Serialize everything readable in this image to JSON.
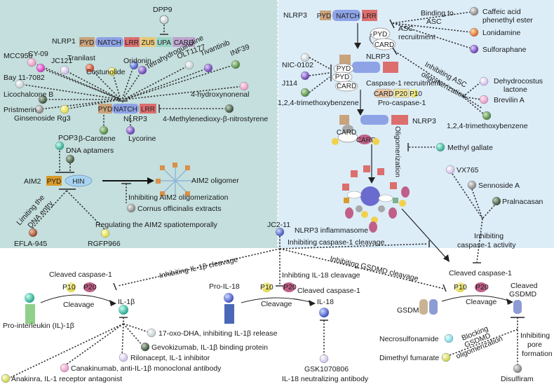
{
  "colors": {
    "left_panel": "#c4dfde",
    "right_panel": "#dcedf8",
    "pyd": "#c9a37c",
    "natch": "#8da3e6",
    "lrr": "#dd6e6e",
    "card": "#bfa4cf",
    "zu5": "#e9c979",
    "upa": "#9bd4c6",
    "hin": "#a7d3f2"
  },
  "nlrp1_section": {
    "top_compound": "DPP9",
    "protein_label": "NLRP1",
    "domains": [
      "PYD",
      "NATCH",
      "LRR",
      "ZU5",
      "UPA",
      "CARD"
    ],
    "compounds": [
      "MCC950",
      "CY-09",
      "JC121",
      "Tranilast",
      "Costunolide",
      "Oridonin",
      "Tetrahydroquinoline",
      "OLT1177",
      "Tivantinib",
      "INF39",
      "Bay 11-7082",
      "Licochalcone B",
      "4-hydroxynonenal",
      "Pristmerin",
      "Ginsenoside Rg3",
      "4-Methylenedioxy-β-nitrostyrene",
      "β-Carotene",
      "Lycorine"
    ],
    "nlrp3_label": "NLRP3",
    "nlrp3_domains": [
      "PYD",
      "NATCH",
      "LRR"
    ]
  },
  "aim2_section": {
    "protein_label": "AIM2",
    "domains": [
      "PYD",
      "HIN"
    ],
    "pop3": "POP3",
    "dna_aptamers": "DNA aptamers",
    "oligomer_label": "AIM2 oligomer",
    "inhibit_oligomer": "Inhibiting AIM2 oligomerization",
    "cornus": "Cornus officinalis extracts",
    "limiting_entry": [
      "Limiting the",
      "DNA entry"
    ],
    "regulating": "Regulating the AIM2 spatiotemporally",
    "efla": "EFLA-945",
    "rgfp": "RGFP966"
  },
  "nlrp3_section": {
    "protein_label": "NLRP3",
    "domains": [
      "PYD",
      "NATCH",
      "LRR"
    ],
    "asc_pyd": "PYD",
    "asc_card": "CARD",
    "asc_recruitment": [
      "ASC",
      "recruitment"
    ],
    "binding_asc": [
      "Binding to",
      "ASC"
    ],
    "right_compounds": [
      "Caffeic acid",
      "phenethyl ester",
      "Lonidamine",
      "Sulforaphane"
    ],
    "inhibiting_asc_olig": [
      "Inhibiting ASC",
      "oligomerization"
    ],
    "asc_olig_compounds": [
      "Dehydrocostus",
      "lactone",
      "Brevilin A",
      "1,2,4-trimethoxybenzene"
    ],
    "left_compounds": [
      "NIC-0102",
      "J114",
      "1,2,4-trimethoxybenzene"
    ],
    "caspase_recruitment": "Caspase-1 recruitment",
    "procasp_domains": [
      "CARD",
      "P20",
      "P10"
    ],
    "procasp_label": "Pro-caspase-1",
    "oligomerization": "Oligomerization",
    "methyl_gallate": "Methyl gallate",
    "inflammasome": "NLRP3 inflammasome",
    "casp_inhibitors": [
      "VX765",
      "Sennoside A",
      "Pralnacasan"
    ],
    "inhibiting_casp_activity": [
      "Inhibiting",
      "caspase-1 activity"
    ]
  },
  "cleavage_section": {
    "jc2": "JC2-11",
    "inhibit_casp_cleavage": "Inhibiting caspase-1 cleavage",
    "inhibit_il1b_cleavage": "Inhibiting IL-1β cleavage",
    "inhibit_il18_cleavage": "Inhibting IL-18 cleavage",
    "inhibit_gsdmd_cleavage": "Inhibiting GSDMD cleavage",
    "cleaved_casp": "Cleaved caspase-1",
    "p10": "P10",
    "p20": "P20",
    "cleavage": "Cleavage",
    "pro_il1b": "Pro-interleukin (IL)-1β",
    "il1b": "IL-1β",
    "pro_il18": "Pro-IL-18",
    "il18": "IL-18",
    "gsdmd": "GSDMD",
    "cleaved_gsdmd": [
      "Cleaved",
      "GSDMD"
    ],
    "il1b_blockers": [
      "17-oxo-DHA, inhibiting IL-1β release",
      "Gevokizumab, IL-1β binding protein",
      "Rilonacept, IL-1 inhibitor",
      "Canakinumab, anti-IL-1β monoclonal antibody",
      "Anakinra, IL-1 receptor antagonist"
    ],
    "il18_blocker": [
      "GSK1070806",
      "IL-18 neutralizing antibody"
    ],
    "gsdmd_blockers": [
      "Necrosulfonamide",
      "Dimethyl fumarate",
      "Disulfiram"
    ],
    "blocking_olig": [
      "Blocking",
      "GSDMD",
      "oligomerization"
    ],
    "inhibiting_pore": [
      "Inhibiting",
      "pore",
      "formation"
    ]
  }
}
